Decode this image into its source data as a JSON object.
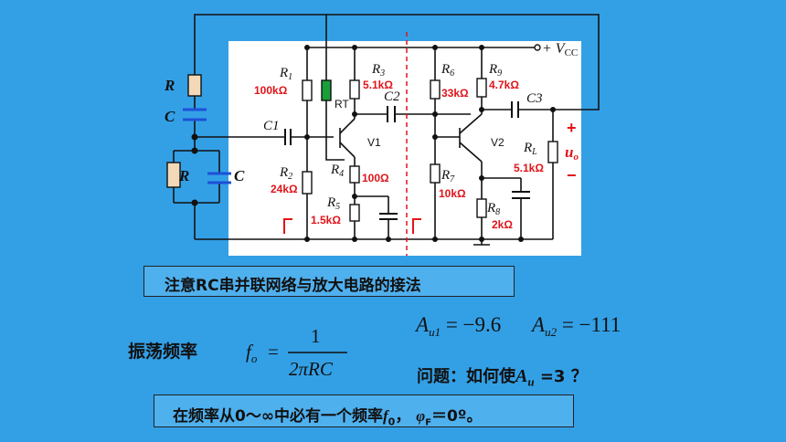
{
  "circuit": {
    "rc_network": {
      "r_series": "R",
      "c_series": "C",
      "r_parallel": "R",
      "c_parallel": "C"
    },
    "components": [
      {
        "ref": "R",
        "sub": "1",
        "value": "100kΩ"
      },
      {
        "ref": "R",
        "sub": "2",
        "value": "24kΩ"
      },
      {
        "ref": "R",
        "sub": "3",
        "value": "5.1kΩ"
      },
      {
        "ref": "R",
        "sub": "4",
        "value": "100Ω"
      },
      {
        "ref": "R",
        "sub": "5",
        "value": "1.5kΩ"
      },
      {
        "ref": "R",
        "sub": "6",
        "value": "33kΩ"
      },
      {
        "ref": "R",
        "sub": "7",
        "value": "10kΩ"
      },
      {
        "ref": "R",
        "sub": "8",
        "value": "2kΩ"
      },
      {
        "ref": "R",
        "sub": "9",
        "value": "4.7kΩ"
      },
      {
        "ref": "R",
        "sub": "L",
        "value": "5.1kΩ"
      }
    ],
    "c1": "C1",
    "c2": "C2",
    "c3": "C3",
    "rt": "RT",
    "v1": "V1",
    "v2": "V2",
    "vcc": "+ V",
    "vcc_sub": "CC",
    "plus": "+",
    "minus": "−",
    "uo": "u",
    "uo_sub": "o"
  },
  "note": "注意RC串并联网络与放大电路的接法",
  "freq": {
    "label": "振荡频率",
    "lhs": "f",
    "lhs_sub": "o",
    "num": "1",
    "den": "2πRC"
  },
  "gains": {
    "au1": "−9.6",
    "au2": "−111",
    "A": "A",
    "u1": "u1",
    "u2": "u2"
  },
  "question": {
    "prefix": "问题：如何使",
    "A": "A",
    "sub": "u",
    "suffix": " =3 ？"
  },
  "bottom": {
    "text1": "在频率从0～∞中必有一个频率",
    "f": "f",
    "f_sub": "0",
    "sep": "，  ",
    "phi": "φ",
    "phi_sub": "F",
    "text2": "＝0º。"
  },
  "colors": {
    "bg": "#33a0e6",
    "panel": "#ffffff",
    "value_red": "#e0141a",
    "res_fill": "#f3d9b8",
    "green": "#1a9e3a",
    "cap_blue": "#1e50d8"
  }
}
